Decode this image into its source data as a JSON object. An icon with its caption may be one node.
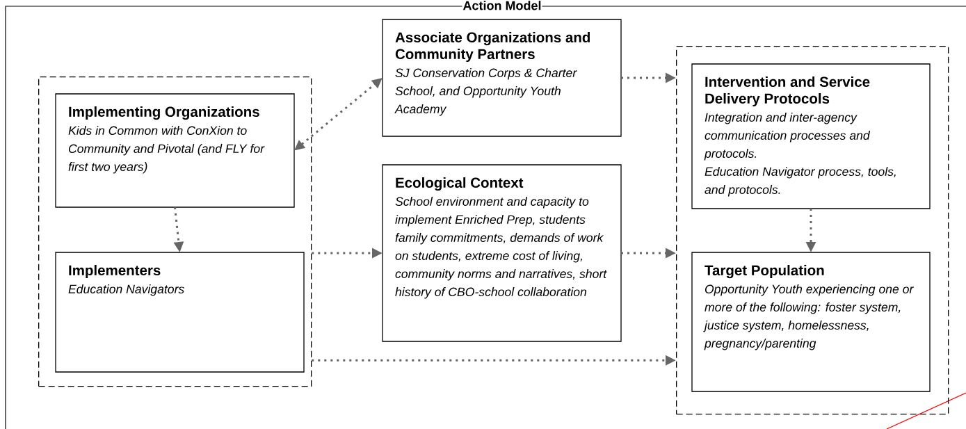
{
  "diagram": {
    "title": "Action Model",
    "nodes": [
      {
        "text": [],
        "shape": "box"
      },
      {
        "text": [
          "Implementing Organizations",
          "Kids in Common with ConXion to Community and Pivotal (and FLY for first two years)"
        ],
        "in": 0
      },
      {
        "text": [
          "Implementers",
          "Education Navigators"
        ],
        "in": 0
      },
      {
        "text": [
          "Associate Organizations and Community Partners",
          "SJ Conservation Corps & Charter School, and Opportunity Youth Academy"
        ]
      },
      {
        "text": [
          "Ecological Context",
          "School environment and capacity to implement Enriched Prep, students family commitments, demands of work on students, extreme cost of living, community norms and narratives, short history of CBO-school collaboration"
        ]
      },
      {
        "text": [],
        "shape": "box"
      },
      {
        "text": [
          "Intervention and Service Delivery Protocols",
          "Integration and inter-agency communication processes and protocols.",
          "Education Navigator process, tools, and protocols."
        ],
        "in": 5
      },
      {
        "text": [
          "Target Population",
          "Opportunity Youth experiencing one or more of the following: foster system, justice system, homelessness, pregnancy/parenting"
        ],
        "in": 5
      }
    ],
    "edges": [
      {
        "from": 1,
        "to": 3,
        "arrow": "both"
      },
      {
        "from": 3,
        "to": 5,
        "arrow": "to"
      },
      {
        "from": 1,
        "to": 2,
        "arrow": "to"
      },
      {
        "from": 0,
        "to": 4,
        "arrow": "to"
      },
      {
        "from": 4,
        "to": 5,
        "arrow": "to"
      },
      {
        "from": 6,
        "to": 7,
        "arrow": "to"
      },
      {
        "from": 0,
        "to": 5,
        "arrow": "to"
      }
    ]
  }
}
